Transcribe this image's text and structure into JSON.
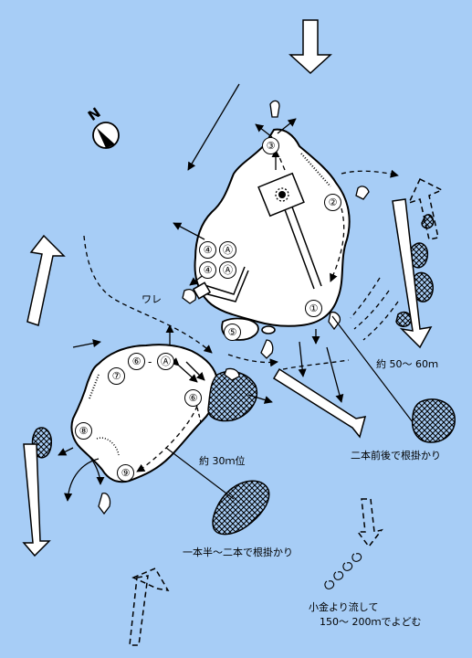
{
  "compass": {
    "letter": "N",
    "icon": "north-arrow-icon"
  },
  "points": [
    {
      "id": "p1",
      "label": "①"
    },
    {
      "id": "p2",
      "label": "②"
    },
    {
      "id": "p3",
      "label": "③"
    },
    {
      "id": "p4a1",
      "label": "④"
    },
    {
      "id": "pA1",
      "label": "Ⓐ"
    },
    {
      "id": "p4a2",
      "label": "④"
    },
    {
      "id": "pA2",
      "label": "Ⓐ"
    },
    {
      "id": "p5",
      "label": "⑤"
    },
    {
      "id": "p6a",
      "label": "⑥"
    },
    {
      "id": "pA3",
      "label": "Ⓐ"
    },
    {
      "id": "p6b",
      "label": "⑥"
    },
    {
      "id": "p7",
      "label": "⑦"
    },
    {
      "id": "p8",
      "label": "⑧"
    },
    {
      "id": "p9",
      "label": "⑨"
    }
  ],
  "labels": {
    "ware": "ワレ",
    "dash": "-",
    "dist_50_60": "約 50～ 60ｍ",
    "snag_2": "二本前後で根掛かり",
    "dist_30": "約 30ｍ位",
    "snag_15_2": "一本半～二本で根掛かり",
    "drift_1": "小金より流して",
    "drift_2": "150～ 200ｍでよどむ"
  },
  "colors": {
    "sea": "#a7cdf6",
    "land": "#ffffff",
    "line": "#000000"
  }
}
